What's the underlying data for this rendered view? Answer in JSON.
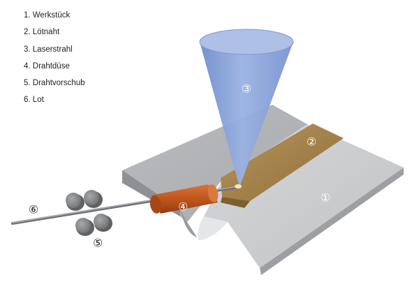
{
  "legend": [
    "1. Werkstück",
    "2. Lötnaht",
    "3. Laserstrahl",
    "4. Drahtdüse",
    "5. Drahtvorschub",
    "6. Lot"
  ],
  "markers": {
    "werkstueck": "①",
    "loetnaht": "②",
    "laserstrahl": "③",
    "drahtduese": "④",
    "drahtvorschub": "⑤",
    "lot": "⑥"
  },
  "colors": {
    "sheet": "#c9cbcd",
    "seam": "#a4814b",
    "laser": "#8ea6da",
    "nozzle": "#c45a1e",
    "roller": "#8c8e90",
    "wire": "#7f8286"
  }
}
